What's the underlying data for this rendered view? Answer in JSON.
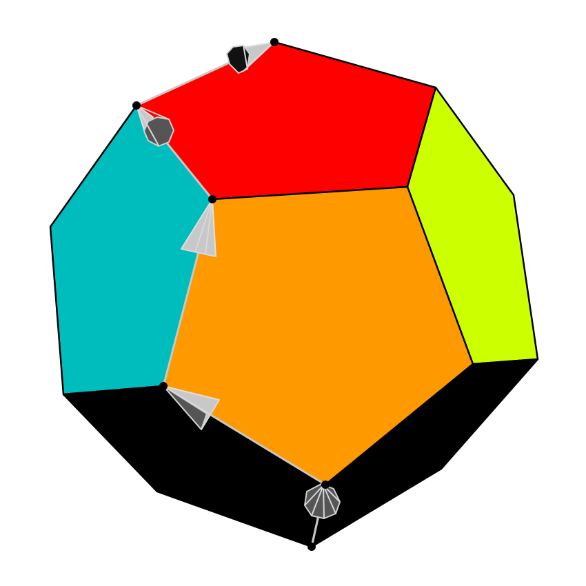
{
  "figure": {
    "faces": [
      {
        "id": "top",
        "color": "#ff0000"
      },
      {
        "id": "right",
        "color": "#ccff00"
      },
      {
        "id": "left",
        "color": "#00bdbd"
      },
      {
        "id": "bottom",
        "color": "#000000"
      },
      {
        "id": "front",
        "color": "#ff9900"
      }
    ],
    "path_color": "#c8c8c8",
    "vertex_color": "#000000",
    "marker_count": 5
  }
}
